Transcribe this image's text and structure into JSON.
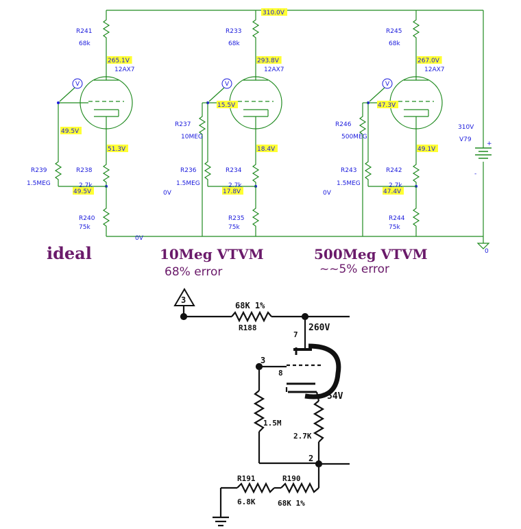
{
  "circuits": [
    {
      "caption": "ideal",
      "note": "",
      "plate_r": "R241",
      "plate_r_val": "68k",
      "plate_v": "265.1V",
      "tube": "12AX7",
      "meter_r": "",
      "meter_r_val": "",
      "meter_v": "",
      "grid_v": "49.5V",
      "cath_v": "51.3V",
      "grid_leak": "R239",
      "grid_leak_val": "1.5MEG",
      "cath_r": "R238",
      "cath_r_val": "2.7k",
      "tap_v": "49.5V",
      "bottom_r": "R240",
      "bottom_r_val": "75k",
      "probe": "V"
    },
    {
      "caption": "10Meg VTVM",
      "note": "68% error",
      "plate_r": "R233",
      "plate_r_val": "68k",
      "plate_v": "293.8V",
      "tube": "12AX7",
      "meter_r": "R237",
      "meter_r_val": "10MEG",
      "meter_v": "15.5V",
      "grid_v": "",
      "cath_v": "18.4V",
      "grid_leak": "R236",
      "grid_leak_val": "1.5MEG",
      "cath_r": "R234",
      "cath_r_val": "2.7k",
      "tap_v": "17.8V",
      "bottom_r": "R235",
      "bottom_r_val": "75k",
      "probe": "V"
    },
    {
      "caption": "500Meg VTVM",
      "note": "~~5% error",
      "plate_r": "R245",
      "plate_r_val": "68k",
      "plate_v": "267.0V",
      "tube": "12AX7",
      "meter_r": "R246",
      "meter_r_val": "500MEG",
      "meter_v": "47.3V",
      "grid_v": "",
      "cath_v": "49.1V",
      "grid_leak": "R243",
      "grid_leak_val": "1.5MEG",
      "cath_r": "R242",
      "cath_r_val": "2.7k",
      "tap_v": "47.4V",
      "bottom_r": "R244",
      "bottom_r_val": "75k",
      "probe": "V"
    }
  ],
  "supply": {
    "rail_v": "310.0V",
    "source_v": "310V",
    "source_name": "V79",
    "plus": "+",
    "minus": "-",
    "ground_node": "0"
  },
  "ground_labels": {
    "main": "0V",
    "meter1": "0V",
    "meter2": "0V"
  },
  "original": {
    "triangle_label": "3",
    "r188_val": "68K 1%",
    "r188_name": "R188",
    "plate_v": "260V",
    "pin_plate": "7",
    "pin_grid_num": "3",
    "pin_grid": "8",
    "cath_v": "54V",
    "grid_leak_val": "1.5M",
    "cath_r_val": "2.7K",
    "node": "2",
    "r191_name": "R191",
    "r191_val": "6.8K",
    "r190_name": "R190",
    "r190_val": "68K 1%"
  }
}
